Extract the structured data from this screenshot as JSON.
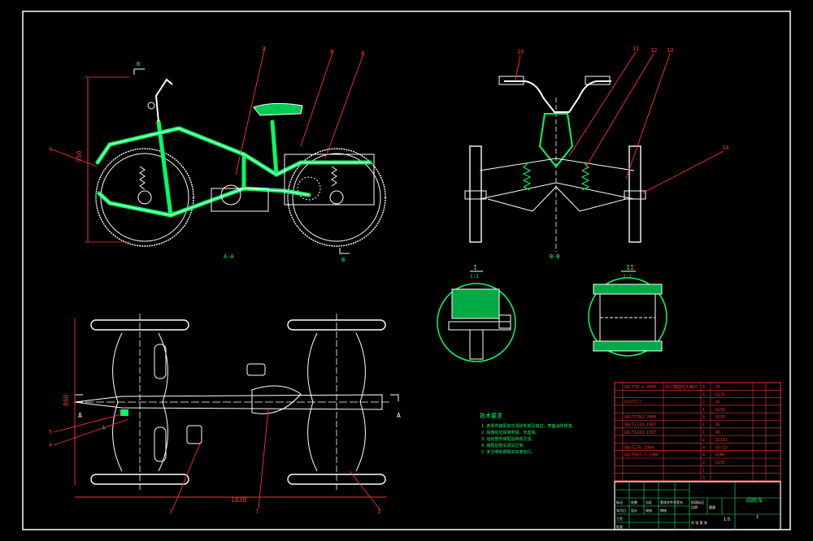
{
  "views": {
    "side": {
      "title": "A-A",
      "section_mark": "B"
    },
    "front": {
      "title": "B-B"
    },
    "plan": {
      "section_mark": "A",
      "wheel_label": "L"
    },
    "detail1": {
      "label": "I",
      "scale": "1:1"
    },
    "detail2": {
      "label": "II",
      "scale": "2:1"
    }
  },
  "dimensions": {
    "height": "950",
    "plan_width": "860",
    "plan_length": "1830"
  },
  "balloons": {
    "side": [
      "4",
      "2",
      "8",
      "6"
    ],
    "front": [
      "10",
      "11",
      "12",
      "13",
      "14"
    ],
    "plan": [
      "5",
      "4",
      "3",
      "7",
      "1"
    ]
  },
  "tech_req": {
    "title": "技术要求",
    "lines": [
      "1. 各零件装配前应清除毛刺及锐边，表面涂防锈漆。",
      "2. 焊接处应焊接牢固，无虚焊。",
      "3. 运动部件装配后转动灵活。",
      "4. 装配后整车调试正常。",
      "5. 未注明处按相关标准执行。"
    ]
  },
  "parts_table": {
    "rows": [
      [
        "GB/T70.1-2000",
        "内六角圆柱头螺钉",
        "8",
        "",
        "35"
      ],
      [
        "",
        "",
        "4",
        "",
        "Q235"
      ],
      [
        "ISO7727",
        "",
        "2",
        "",
        "45"
      ],
      [
        "",
        "",
        "1",
        "",
        "Q235"
      ],
      [
        "GB/T5782-2000",
        "",
        "8",
        "",
        "Q235"
      ],
      [
        "GB/T1243-1997",
        "",
        "1",
        "",
        "45"
      ],
      [
        "GB/T1243-1997",
        "",
        "1",
        "",
        "45"
      ],
      [
        "",
        "",
        "2",
        "",
        "ZL102"
      ],
      [
        "GB/T276-1994",
        "",
        "4",
        "",
        "GCr15"
      ],
      [
        "GB/T893.1-1986",
        "",
        "4",
        "",
        "65Mn"
      ],
      [
        "",
        "",
        "2",
        "",
        "Q235"
      ],
      [
        "",
        "",
        "1",
        "",
        ""
      ],
      [
        "",
        "",
        "4",
        "",
        ""
      ]
    ]
  },
  "title_block": {
    "drawing_name": "四轮车",
    "scale": "1:5",
    "sheet": "1",
    "labels": [
      "标记",
      "处数",
      "分区",
      "更改文件号",
      "签名",
      "年月日",
      "设计",
      "校核",
      "审核",
      "工艺",
      "批准",
      "比例",
      "重量",
      "阶段标记",
      "共 张 第 张"
    ]
  },
  "colors": {
    "outline": "#ffffff",
    "geometry": "#00ff66",
    "dimension": "#ff3333",
    "hatch": "#00cc55",
    "balloon": "#ff3333"
  }
}
